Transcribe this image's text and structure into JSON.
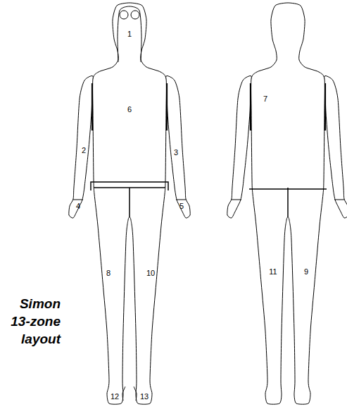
{
  "diagram": {
    "caption": "Simon 13-zone layout",
    "labels": [
      "1",
      "6",
      "2",
      "3",
      "4",
      "5",
      "8",
      "10",
      "12",
      "13",
      "7",
      "11",
      "9"
    ]
  }
}
